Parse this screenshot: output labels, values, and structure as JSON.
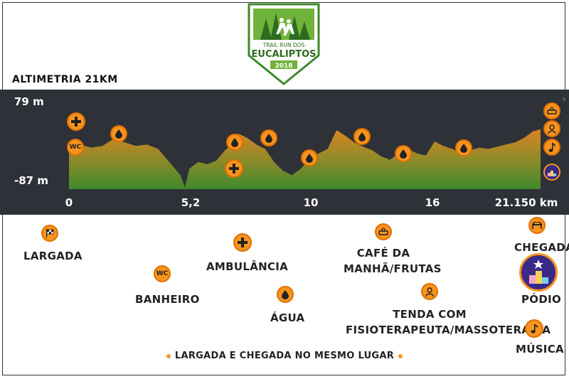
{
  "logo": {
    "line1": "TRAIL RUN DOS",
    "line2": "EUCALIPTOS",
    "year": "2018"
  },
  "title": "ALTIMETRIA 21KM",
  "chart_data": {
    "type": "area",
    "y_top_label": "79 m",
    "y_bottom_label": "-87 m",
    "ylim": [
      -87,
      79
    ],
    "xlim": [
      0,
      21.15
    ],
    "x_tick_labels": [
      "0",
      "5,2",
      "10",
      "16",
      "21.150 km"
    ],
    "x_ticks": [
      0,
      5.2,
      10,
      16,
      21.15
    ],
    "profile": [
      [
        0,
        10
      ],
      [
        0.5,
        15
      ],
      [
        1.0,
        8
      ],
      [
        1.5,
        12
      ],
      [
        2.0,
        28
      ],
      [
        2.5,
        20
      ],
      [
        3.0,
        12
      ],
      [
        3.5,
        15
      ],
      [
        4.0,
        5
      ],
      [
        4.5,
        -25
      ],
      [
        5.0,
        -55
      ],
      [
        5.2,
        -83
      ],
      [
        5.4,
        -40
      ],
      [
        5.8,
        -25
      ],
      [
        6.2,
        -30
      ],
      [
        6.6,
        -22
      ],
      [
        7.0,
        2
      ],
      [
        7.3,
        15
      ],
      [
        7.6,
        40
      ],
      [
        8.0,
        30
      ],
      [
        8.4,
        15
      ],
      [
        8.8,
        5
      ],
      [
        9.2,
        -25
      ],
      [
        9.6,
        -45
      ],
      [
        10.0,
        -55
      ],
      [
        10.4,
        -40
      ],
      [
        10.8,
        -18
      ],
      [
        11.2,
        -5
      ],
      [
        11.6,
        5
      ],
      [
        12.0,
        48
      ],
      [
        12.4,
        35
      ],
      [
        12.8,
        20
      ],
      [
        13.2,
        10
      ],
      [
        13.6,
        2
      ],
      [
        14.0,
        -12
      ],
      [
        14.4,
        -20
      ],
      [
        14.8,
        -5
      ],
      [
        15.2,
        5
      ],
      [
        15.6,
        -5
      ],
      [
        16.0,
        -10
      ],
      [
        16.4,
        22
      ],
      [
        16.8,
        12
      ],
      [
        17.2,
        5
      ],
      [
        17.6,
        -5
      ],
      [
        18.0,
        2
      ],
      [
        18.4,
        8
      ],
      [
        18.8,
        5
      ],
      [
        19.2,
        10
      ],
      [
        19.6,
        15
      ],
      [
        20.0,
        20
      ],
      [
        20.4,
        30
      ],
      [
        20.8,
        45
      ],
      [
        21.15,
        50
      ]
    ]
  },
  "legend": {
    "largada": "LARGADA",
    "banheiro": "BANHEIRO",
    "ambulancia": "AMBULÂNCIA",
    "agua": "ÁGUA",
    "cafe_1": "CAFÉ DA",
    "cafe_2": "MANHÃ/FRUTAS",
    "tenda_1": "TENDA COM",
    "tenda_2": "FISIOTERAPEUTA/MASSOTERAPIA",
    "chegada": "CHEGADA",
    "podio": "PÓDIO",
    "musica": "MÚSICA",
    "wc": "WC"
  },
  "footer": "LARGADA E CHEGADA NO MESMO LUGAR",
  "colors": {
    "accent": "#f7941e",
    "band": "#2e3138",
    "green": "#3e8a2a"
  }
}
